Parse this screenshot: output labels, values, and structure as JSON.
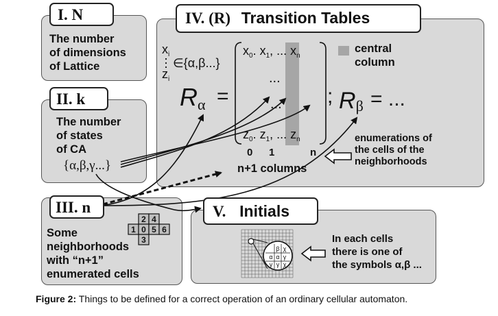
{
  "panels": {
    "n": {
      "tag": "I. N",
      "lines": [
        "The number",
        "of dimensions",
        "of Lattice"
      ]
    },
    "k": {
      "tag": "II. k",
      "lines": [
        "The number",
        "of states",
        "of CA"
      ],
      "symbols": "{α,β,γ...}"
    },
    "neighborhood": {
      "tag": "III. n",
      "lines": [
        "Some",
        "neighborhoods",
        "with “n+1”",
        "enumerated cells"
      ],
      "grid_cells": [
        "2",
        "4",
        "1",
        "0",
        "5",
        "6",
        "3"
      ]
    },
    "rules": {
      "tag_num": "IV. (R)",
      "tag_title": "Transition Tables",
      "var_top": "x",
      "var_top_sub": "i",
      "var_bottom": "z",
      "var_bottom_sub": "i",
      "membership": "∈{α,β...}",
      "r_alpha": "R",
      "r_alpha_sub": "α",
      "equals": "=",
      "row_top": [
        "x",
        "0",
        ". x",
        "1",
        ", ... x",
        "n"
      ],
      "row_bottom": [
        "z",
        "0",
        ". z",
        "1",
        ", ... z",
        "n"
      ],
      "dots_mid": "...",
      "col_labels": [
        "0",
        "1",
        "n"
      ],
      "semicolon": ";",
      "r_beta": "R",
      "r_beta_sub": "β",
      "ellipsis": "= ...",
      "legend": [
        "central",
        "column"
      ],
      "columns_label": "n+1 columns",
      "enumerations": [
        "enumerations of",
        "the cells of the",
        "neighborhoods"
      ]
    },
    "initials": {
      "tag_num": "V.",
      "tag_title": "Initials",
      "lines": [
        "In each cells",
        "there is one of",
        "the symbols α,β ..."
      ],
      "cell_symbols": [
        "β",
        "χ",
        "α",
        "α",
        "γ",
        "γ",
        "γ",
        "χ"
      ]
    }
  },
  "caption": {
    "label": "Figure 2:",
    "text": " Things to be defined for a correct operation of an ordinary cellular automaton."
  },
  "colors": {
    "panel_fill": "#d9d9d9",
    "central_column": "#a6a6a6",
    "line": "#111111"
  }
}
